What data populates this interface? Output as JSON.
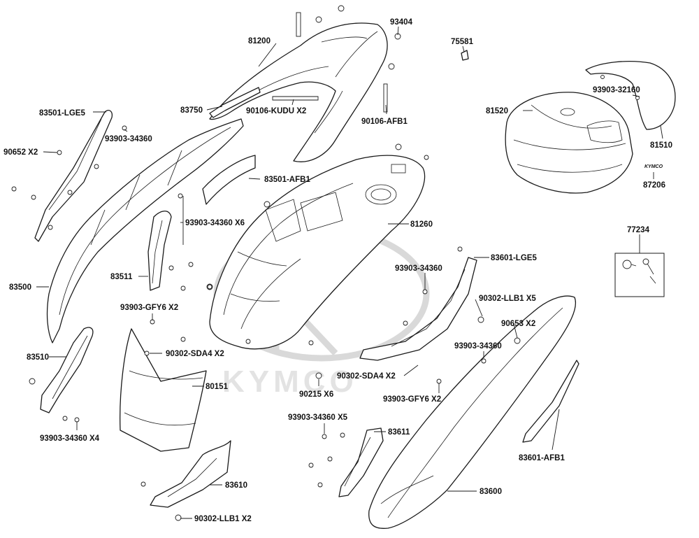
{
  "watermark": {
    "brand": "KYMCO"
  },
  "badge": {
    "text": "KYMCO"
  },
  "labels": {
    "l81200": "81200",
    "l93404": "93404",
    "l75581": "75581",
    "l83750": "83750",
    "l90106_kudu": "90106-KUDU X2",
    "l90106_afb1": "90106-AFB1",
    "l83501_lge5": "83501-LGE5",
    "l93903_34360_a": "93903-34360",
    "l90652": "90652 X2",
    "l83501_afb1": "83501-AFB1",
    "l93903_34360_x6": "93903-34360 X6",
    "l81260": "81260",
    "l81520": "81520",
    "l93903_32160": "93903-32160",
    "l81510": "81510",
    "l87206": "87206",
    "l77234": "77234",
    "l83500": "83500",
    "l83511": "83511",
    "l93903_gfy6_a": "93903-GFY6 X2",
    "l93903_34360_b": "93903-34360",
    "l83601_lge5": "83601-LGE5",
    "l90302_llb1_x5": "90302-LLB1 X5",
    "l90653": "90653 X2",
    "l93903_34360_c": "93903-34360",
    "l83510": "83510",
    "l90302_sda4_a": "90302-SDA4 X2",
    "l80151": "80151",
    "l90302_sda4_b": "90302-SDA4 X2",
    "l90215": "90215 X6",
    "l93903_gfy6_b": "93903-GFY6 X2",
    "l93903_34360_x4": "93903-34360 X4",
    "l93903_34360_x5": "93903-34360 X5",
    "l83611": "83611",
    "l83601_afb1": "83601-AFB1",
    "l83610": "83610",
    "l83600": "83600",
    "l90302_llb1_x2": "90302-LLB1 X2"
  }
}
